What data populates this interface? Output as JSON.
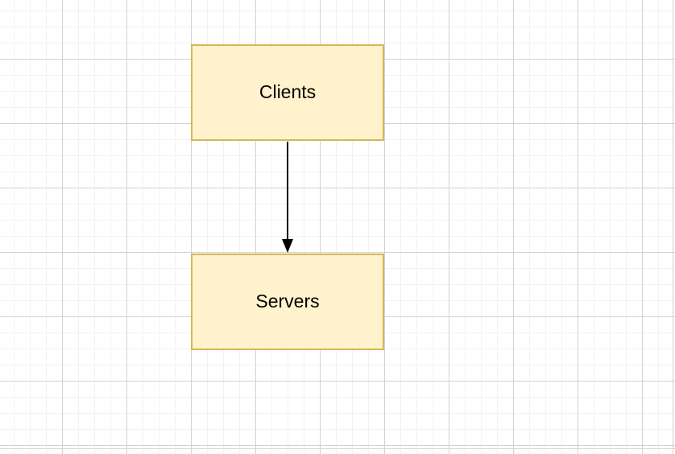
{
  "diagram": {
    "nodes": [
      {
        "id": "clients",
        "label": "Clients"
      },
      {
        "id": "servers",
        "label": "Servers"
      }
    ],
    "edges": [
      {
        "from": "clients",
        "to": "servers",
        "direction": "down",
        "arrowhead": "filled-triangle"
      }
    ]
  },
  "colors": {
    "node-fill": "#fff2cc",
    "node-stroke": "#d6b656",
    "edge": "#000000",
    "grid-minor": "#f2f2f2",
    "grid-major": "#d2d2d2",
    "canvas-bg": "#ffffff",
    "label": "#000000"
  }
}
